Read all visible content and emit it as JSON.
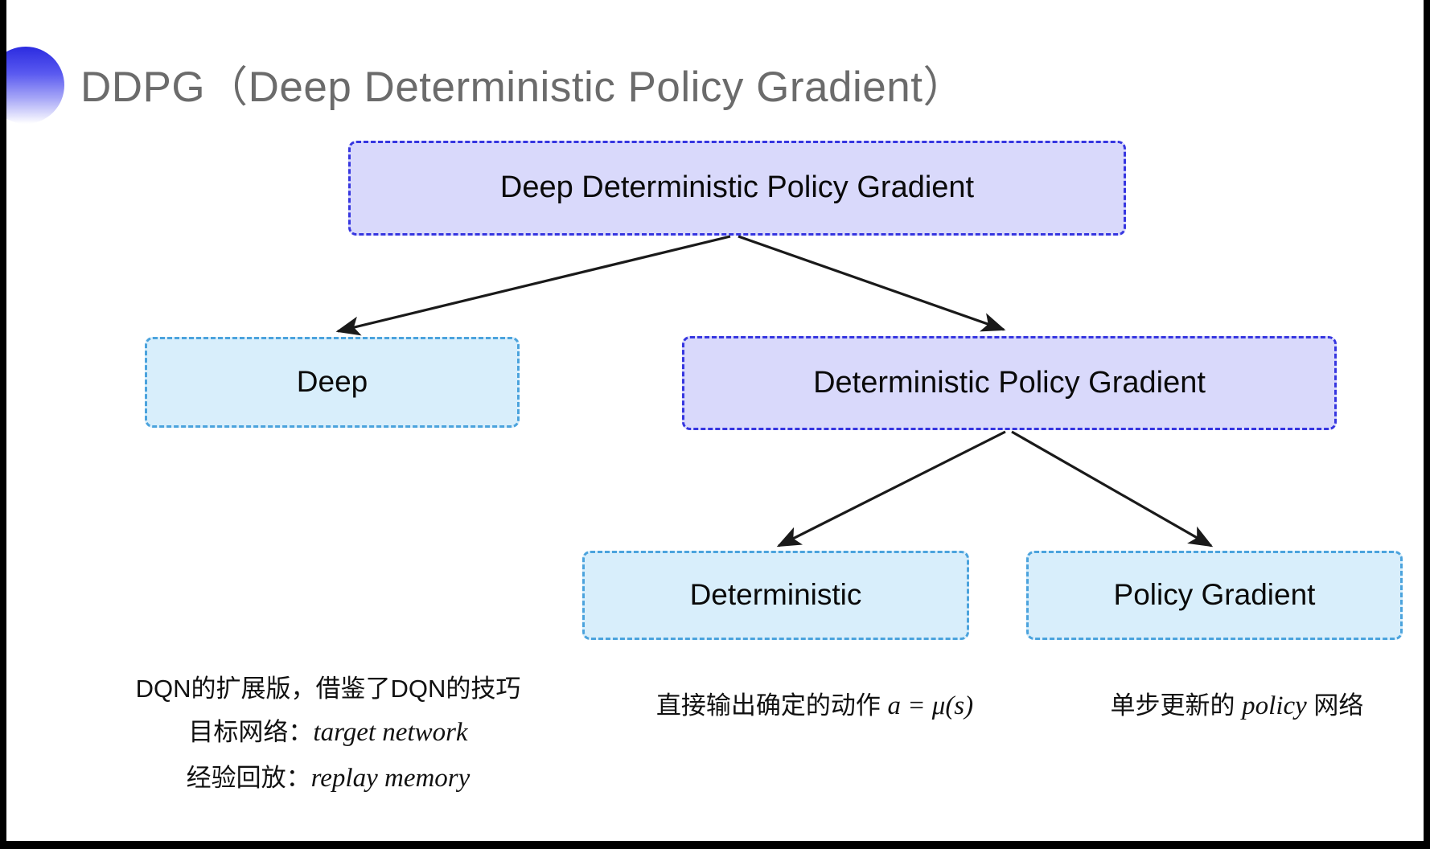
{
  "slide": {
    "title": "DDPG（Deep Deterministic Policy Gradient）",
    "title_color": "#6b6b6b",
    "background": "#ffffff",
    "bullet_icon": "gradient-半圆-bullet"
  },
  "palette": {
    "purple_fill": "#d9d9fb",
    "purple_border": "#3636e0",
    "blue_fill": "#d8eefb",
    "blue_border": "#4ba3dd",
    "arrow_color": "#1a1a1a",
    "text_color": "#0a0a0a"
  },
  "diagram": {
    "type": "tree",
    "nodes": [
      {
        "id": "root",
        "label": "Deep Deterministic Policy Gradient",
        "style": "purple",
        "level": 0
      },
      {
        "id": "deep",
        "label": "Deep",
        "style": "blue",
        "level": 1
      },
      {
        "id": "dpg",
        "label": "Deterministic Policy Gradient",
        "style": "purple",
        "level": 1
      },
      {
        "id": "deterministic",
        "label": "Deterministic",
        "style": "blue",
        "level": 2
      },
      {
        "id": "policy_gradient",
        "label": "Policy Gradient",
        "style": "blue",
        "level": 2
      }
    ],
    "edges": [
      {
        "from": "root",
        "to": "deep"
      },
      {
        "from": "root",
        "to": "dpg"
      },
      {
        "from": "dpg",
        "to": "deterministic"
      },
      {
        "from": "dpg",
        "to": "policy_gradient"
      }
    ]
  },
  "annotations": {
    "deep": {
      "line1": "DQN的扩展版，借鉴了DQN的技巧",
      "line2_label": "目标网络：",
      "line2_term": "target network",
      "line3_label": "经验回放：",
      "line3_term": "replay memory"
    },
    "deterministic": {
      "line1": "直接输出确定的动作",
      "formula": "a = μ(s)"
    },
    "policy_gradient": {
      "line1": "单步更新的",
      "line2_term": "policy",
      "line2_rest": " 网络"
    }
  }
}
